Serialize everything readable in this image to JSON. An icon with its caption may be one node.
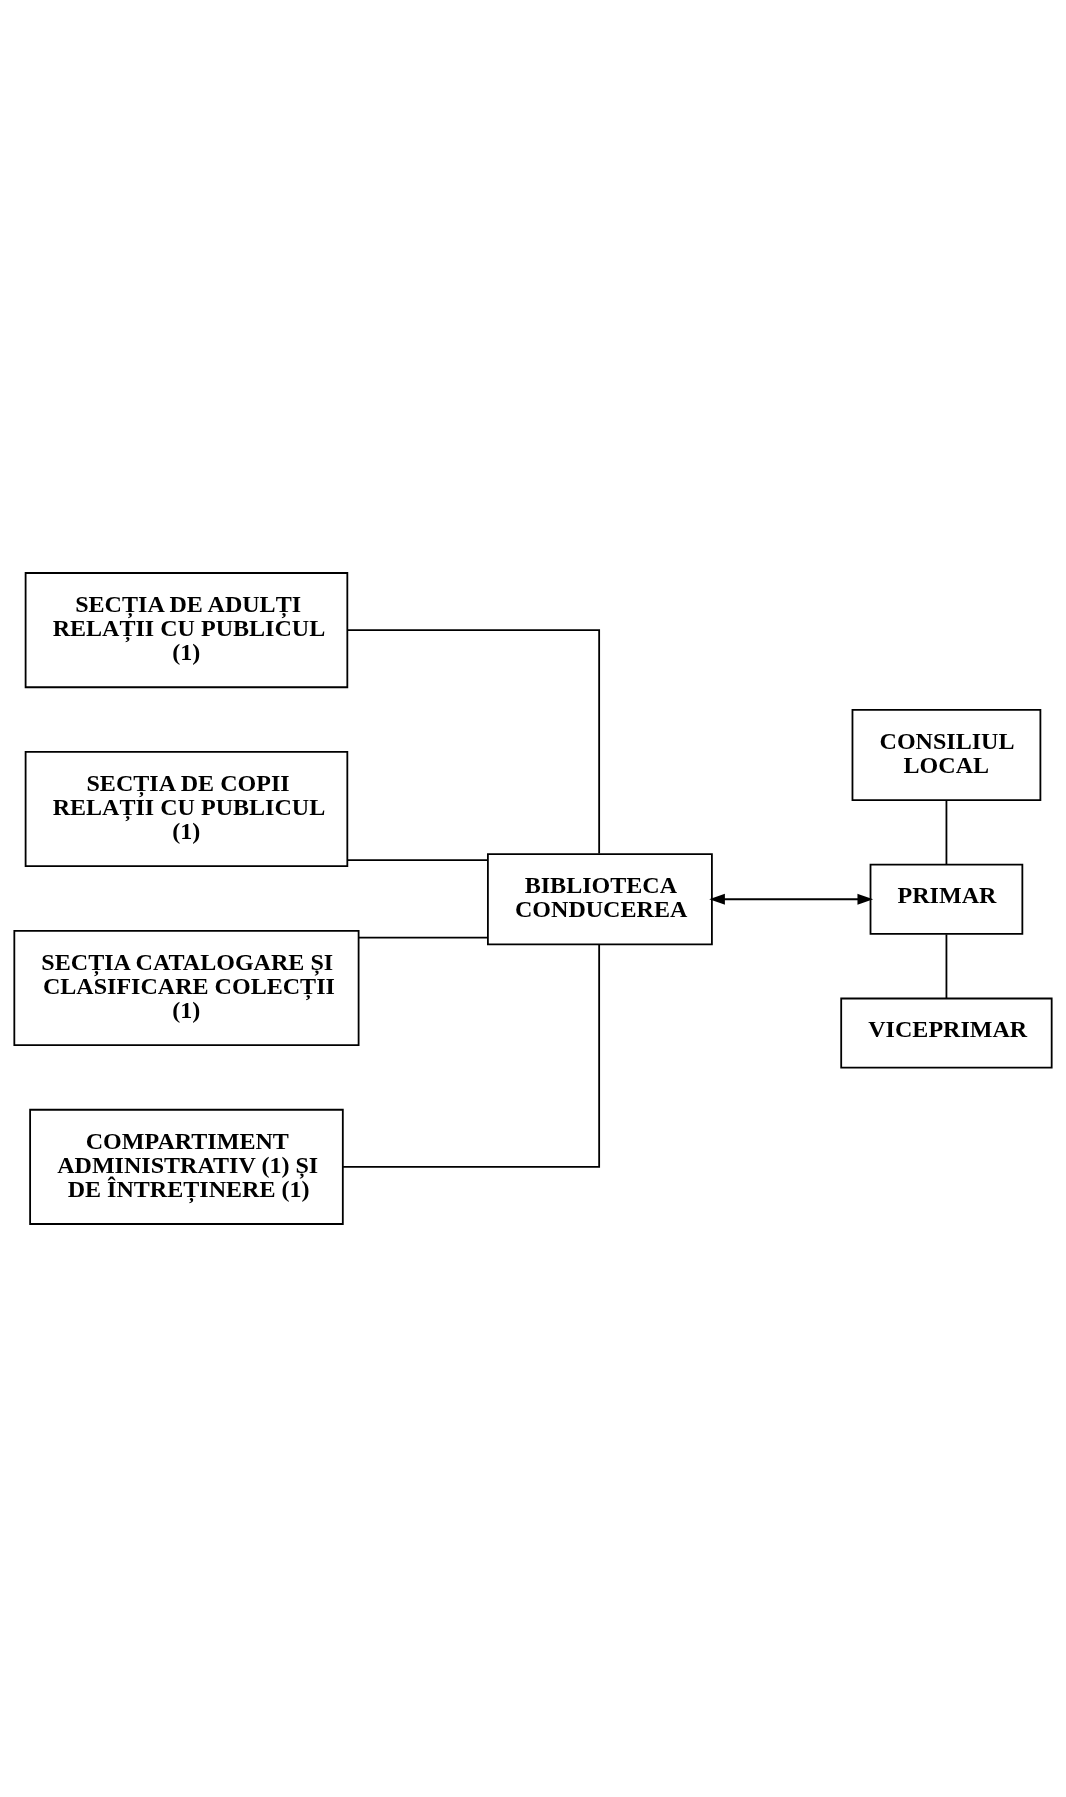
{
  "diagram": {
    "nodes": [
      {
        "text": [
          "SECȚIA DE ADULȚI RELAȚII CU PUBLICUL (1)"
        ]
      },
      {
        "text": [
          "SECȚIA DE COPII RELAȚII CU PUBLICUL (1)"
        ]
      },
      {
        "text": [
          "SECȚIA CATALOGARE ȘI CLASIFICARE COLECȚII (1)"
        ]
      },
      {
        "text": [
          "COMPARTIMENT ADMINISTRATIV (1) ȘI DE ÎNTREȚINERE (1)"
        ]
      },
      {
        "text": [
          "BIBLIOTECA CONDUCEREA"
        ]
      },
      {
        "text": [
          "CONSILIUL LOCAL"
        ]
      },
      {
        "text": [
          "PRIMAR"
        ]
      },
      {
        "text": [
          "VICEPRIMAR"
        ]
      }
    ],
    "edges": [
      {
        "from": 4,
        "to": 0,
        "arrow": "none"
      },
      {
        "from": 4,
        "to": 1,
        "arrow": "none"
      },
      {
        "from": 4,
        "to": 2,
        "arrow": "none"
      },
      {
        "from": 4,
        "to": 3,
        "arrow": "none"
      },
      {
        "from": 6,
        "to": 4,
        "arrow": "both"
      },
      {
        "from": 5,
        "to": 6,
        "arrow": "none"
      },
      {
        "from": 6,
        "to": 7,
        "arrow": "none"
      }
    ]
  }
}
